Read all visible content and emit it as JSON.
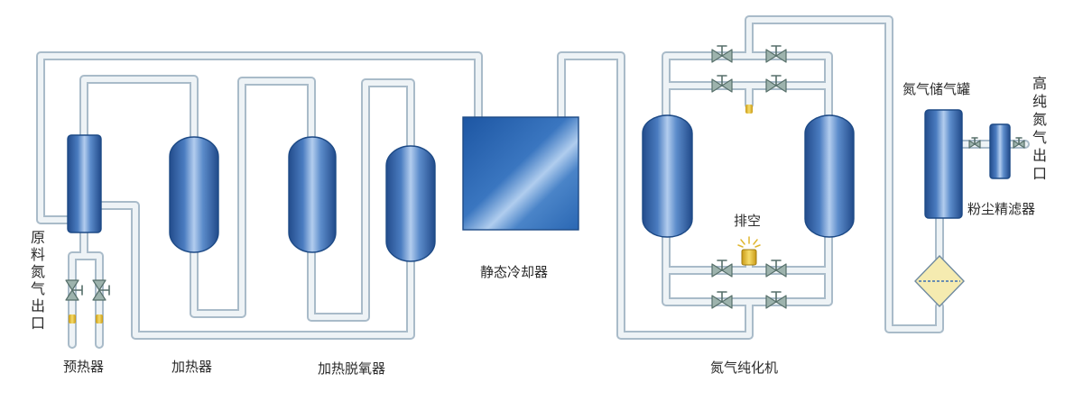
{
  "labels": {
    "feed_outlet": "原料氮气出口",
    "preheater": "预热器",
    "heater": "加热器",
    "deoxidizer": "加热脱氧器",
    "cooler": "静态冷却器",
    "vent": "排空",
    "purifier": "氮气纯化机",
    "storage_tank": "氮气储气罐",
    "dust_filter": "粉尘精滤器",
    "product_outlet": "高纯氮气出口"
  },
  "colors": {
    "vessel_blue": "#2f62ad",
    "pipe": "#a9bbc9",
    "valve": "#9db3ad",
    "vent_yellow": "#e8c23a",
    "filter_fill": "#f5ebb0"
  }
}
